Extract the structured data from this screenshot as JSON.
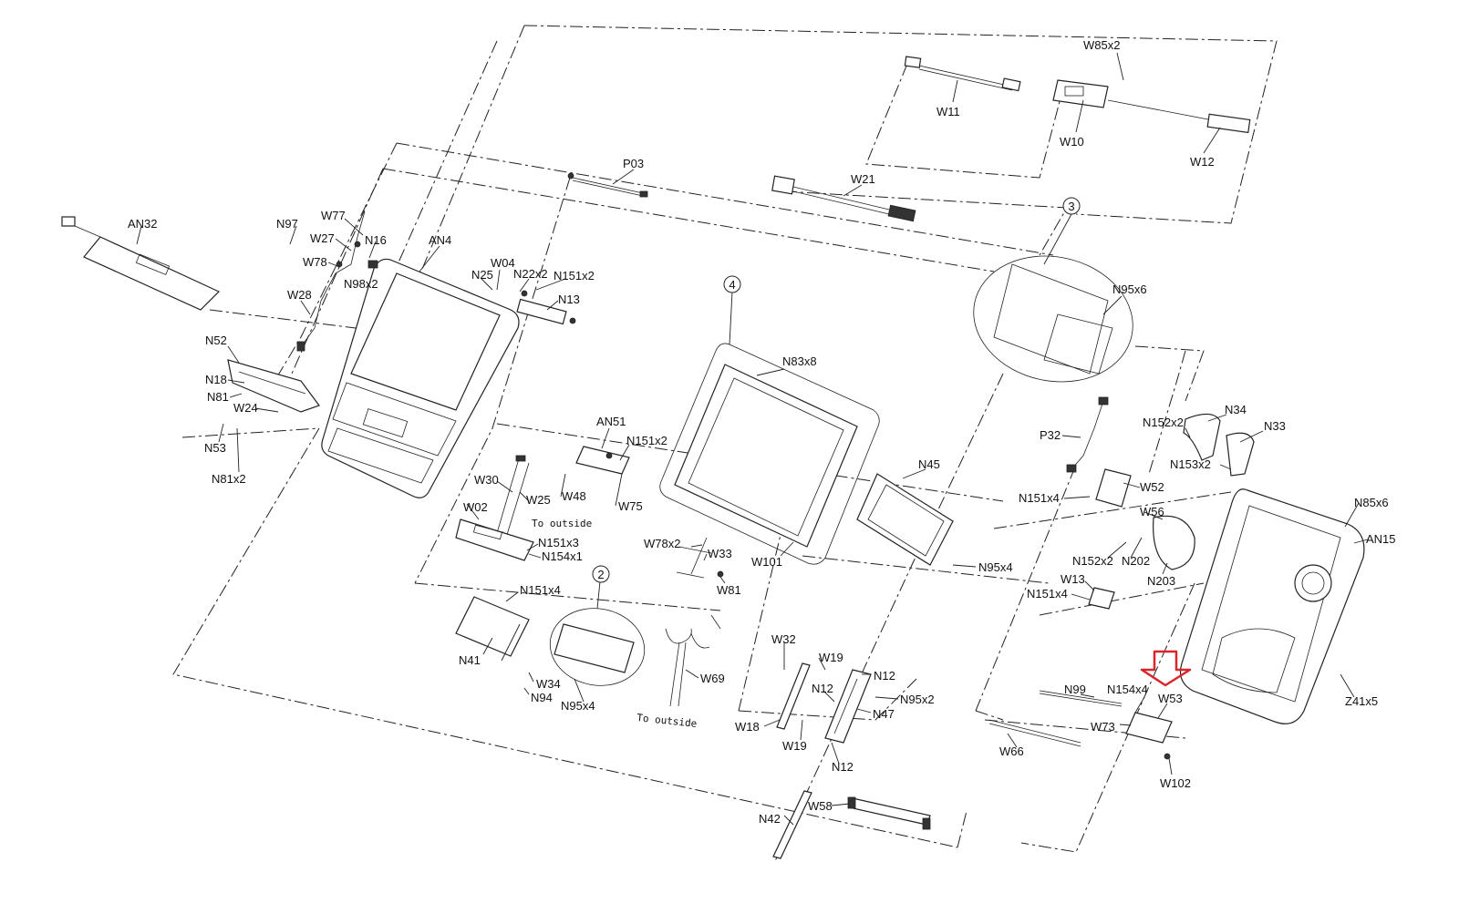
{
  "diagram": {
    "labels": [
      "W85x2",
      "W11",
      "W10",
      "W12",
      "P03",
      "W21",
      "AN32",
      "N97",
      "W77",
      "W27",
      "N16",
      "W78",
      "N98x2",
      "AN4",
      "W04",
      "N25",
      "N22x2",
      "N151x2",
      "N13",
      "W28",
      "N52",
      "N18",
      "N81",
      "W24",
      "N53",
      "N81x2",
      "N83x8",
      "N95x6",
      "P32",
      "N152x2",
      "N34",
      "N33",
      "N153x2",
      "AN51",
      "N151x2",
      "W30",
      "W25",
      "W48",
      "W75",
      "W02",
      "N151x3",
      "N154x1",
      "N45",
      "N151x4",
      "W52",
      "W56",
      "N85x6",
      "AN15",
      "W78x2",
      "W33",
      "W81",
      "W101",
      "N95x4",
      "N152x2",
      "N202",
      "N203",
      "W13",
      "N151x4",
      "N151x4",
      "N41",
      "W34",
      "N94",
      "N95x4",
      "W69",
      "W32",
      "W19",
      "N12",
      "N12",
      "W18",
      "W19",
      "N12",
      "N47",
      "N95x2",
      "N99",
      "N154x4",
      "W53",
      "W73",
      "Z41x5",
      "W66",
      "W102",
      "N42",
      "W58"
    ],
    "notes": [
      "To outside",
      "To outside"
    ],
    "callouts": [
      "2",
      "3",
      "4"
    ],
    "highlight_color": "#d9262c"
  }
}
